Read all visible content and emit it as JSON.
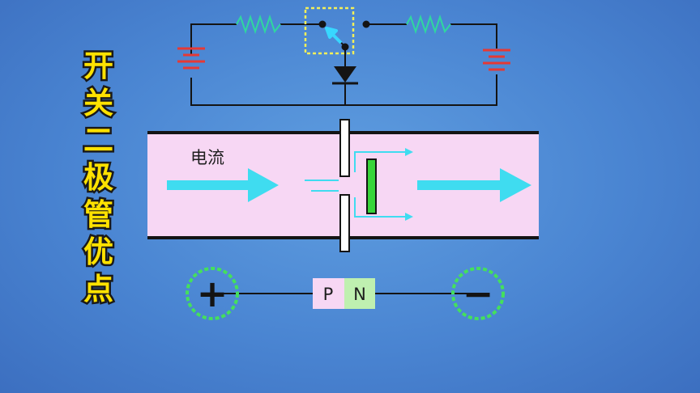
{
  "title_chars": [
    "开",
    "关",
    "二",
    "极",
    "管",
    "优",
    "点"
  ],
  "diagram": {
    "current_label": "电流",
    "p_label": "P",
    "n_label": "N",
    "positive_sign": "+",
    "negative_sign": "−"
  },
  "colors": {
    "background": "#4a85d2",
    "title_text": "#ffe200",
    "resistor": "#2fd7a0",
    "battery": "#e53935",
    "switch_box": "#f2ef5a",
    "switch_arrow": "#38d7ff",
    "channel_fill": "#f7d7f4",
    "flow_arrow": "#3fdcf0",
    "n_plate": "#38d43a",
    "p_region": "#f7d7f4",
    "n_region": "#bff0b0",
    "terminal_ring": "#44e05c"
  },
  "icons": [
    "resistor-icon",
    "battery-icon",
    "diode-icon",
    "switch-icon",
    "arrow-icon"
  ]
}
